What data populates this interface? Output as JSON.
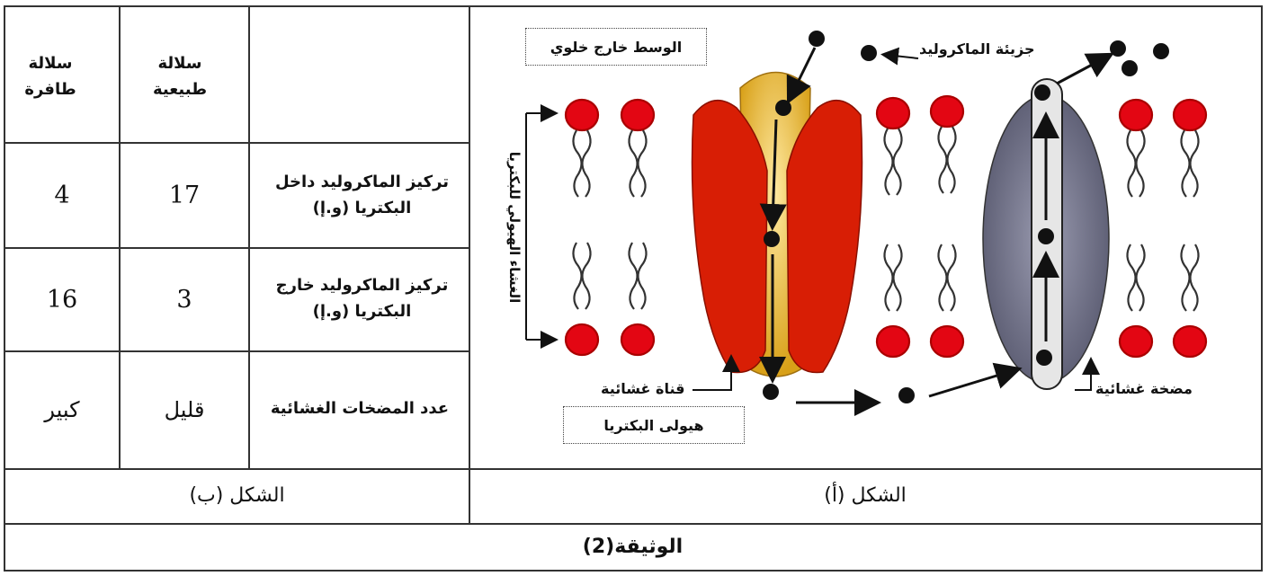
{
  "figure_a": {
    "label_extracellular": "الوسط خارج خلوي",
    "label_molecule": "جزيئة الماكروليد",
    "label_membrane": "الغشاء الهيولي للبكتريا",
    "label_channel": "قناة غشائية",
    "label_pump": "مضخة غشائية",
    "label_cytoplasm": "هيولى البكتريا",
    "caption": "الشكل (أ)"
  },
  "table": {
    "col_natural": "سلالة طبيعية",
    "col_mutant": "سلالة طافرة",
    "rows": [
      {
        "label": "تركيز الماكروليد داخل البكتريا (و.إ)",
        "natural": "17",
        "mutant": "4"
      },
      {
        "label": "تركيز الماكروليد خارج البكتريا (و.إ)",
        "natural": "3",
        "mutant": "16"
      },
      {
        "label": "عدد المضخات الغشائية",
        "natural": "قليل",
        "mutant": "كبير"
      }
    ],
    "caption": "الشكل (ب)"
  },
  "document_title": "الوثيقة(2)",
  "colors": {
    "lipid_head": "#e30613",
    "channel_red": "#d81e05",
    "channel_yellow": "#f2c230",
    "pump_gray": "#6d6f86",
    "pump_core": "#e6e6e6"
  }
}
